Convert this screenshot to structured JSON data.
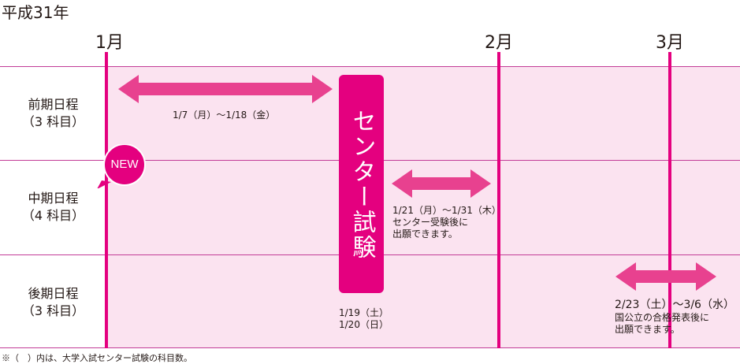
{
  "era": "平成31年",
  "months": [
    {
      "label": "1月"
    },
    {
      "label": "2月"
    },
    {
      "label": "3月"
    }
  ],
  "rows": [
    {
      "name": "前期日程",
      "subjects": "（3 科目）"
    },
    {
      "name": "中期日程",
      "subjects": "（4 科目）"
    },
    {
      "name": "後期日程",
      "subjects": "（3 科目）"
    }
  ],
  "center_exam": {
    "label": "センター試験",
    "dates": [
      "1/19（土）",
      "1/20（日）"
    ]
  },
  "periods": {
    "zenki": {
      "range": "1/7（月）～1/18（金）"
    },
    "chuki": {
      "range": "1/21（月）～1/31（木）",
      "note_lines": [
        "センター受験後に",
        "出願できます。"
      ]
    },
    "kouki": {
      "range": "2/23（土）～3/6（水）",
      "note_lines": [
        "国公立の合格発表後に",
        "出願できます。"
      ]
    }
  },
  "badge": {
    "label": "NEW"
  },
  "footnote": "※（　）内は、大学入試センター試験の科目数。",
  "colors": {
    "accent": "#e4007f",
    "arrow": "#e8418f",
    "band": "#fbe3f0",
    "rule": "#c23c97"
  }
}
